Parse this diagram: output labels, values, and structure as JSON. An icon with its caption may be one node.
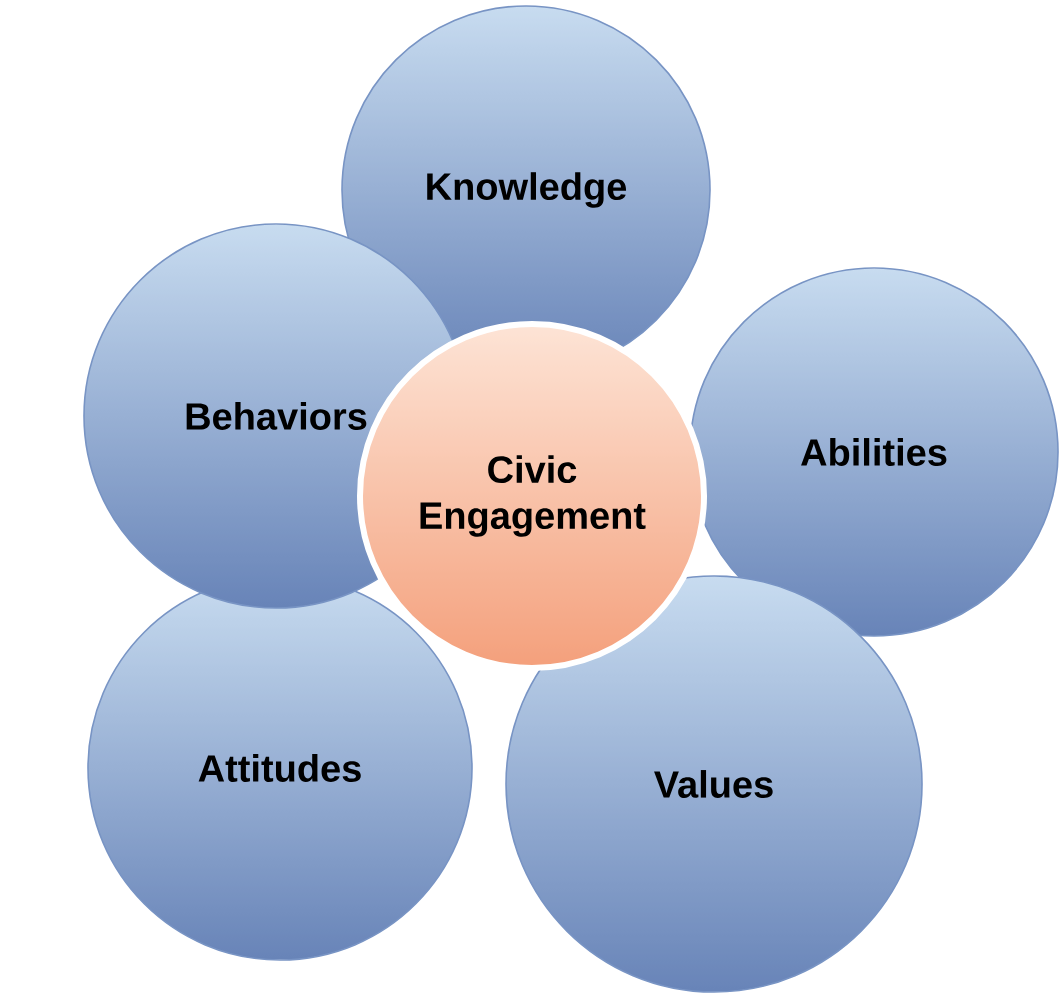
{
  "diagram": {
    "nodes": [
      {
        "text": [
          "Knowledge"
        ]
      },
      {
        "text": [
          "Behaviors"
        ]
      },
      {
        "text": [
          "Civic Engagement"
        ]
      },
      {
        "text": [
          "Abilities"
        ]
      },
      {
        "text": [
          "Attitudes"
        ]
      },
      {
        "text": [
          "Values"
        ]
      }
    ]
  }
}
